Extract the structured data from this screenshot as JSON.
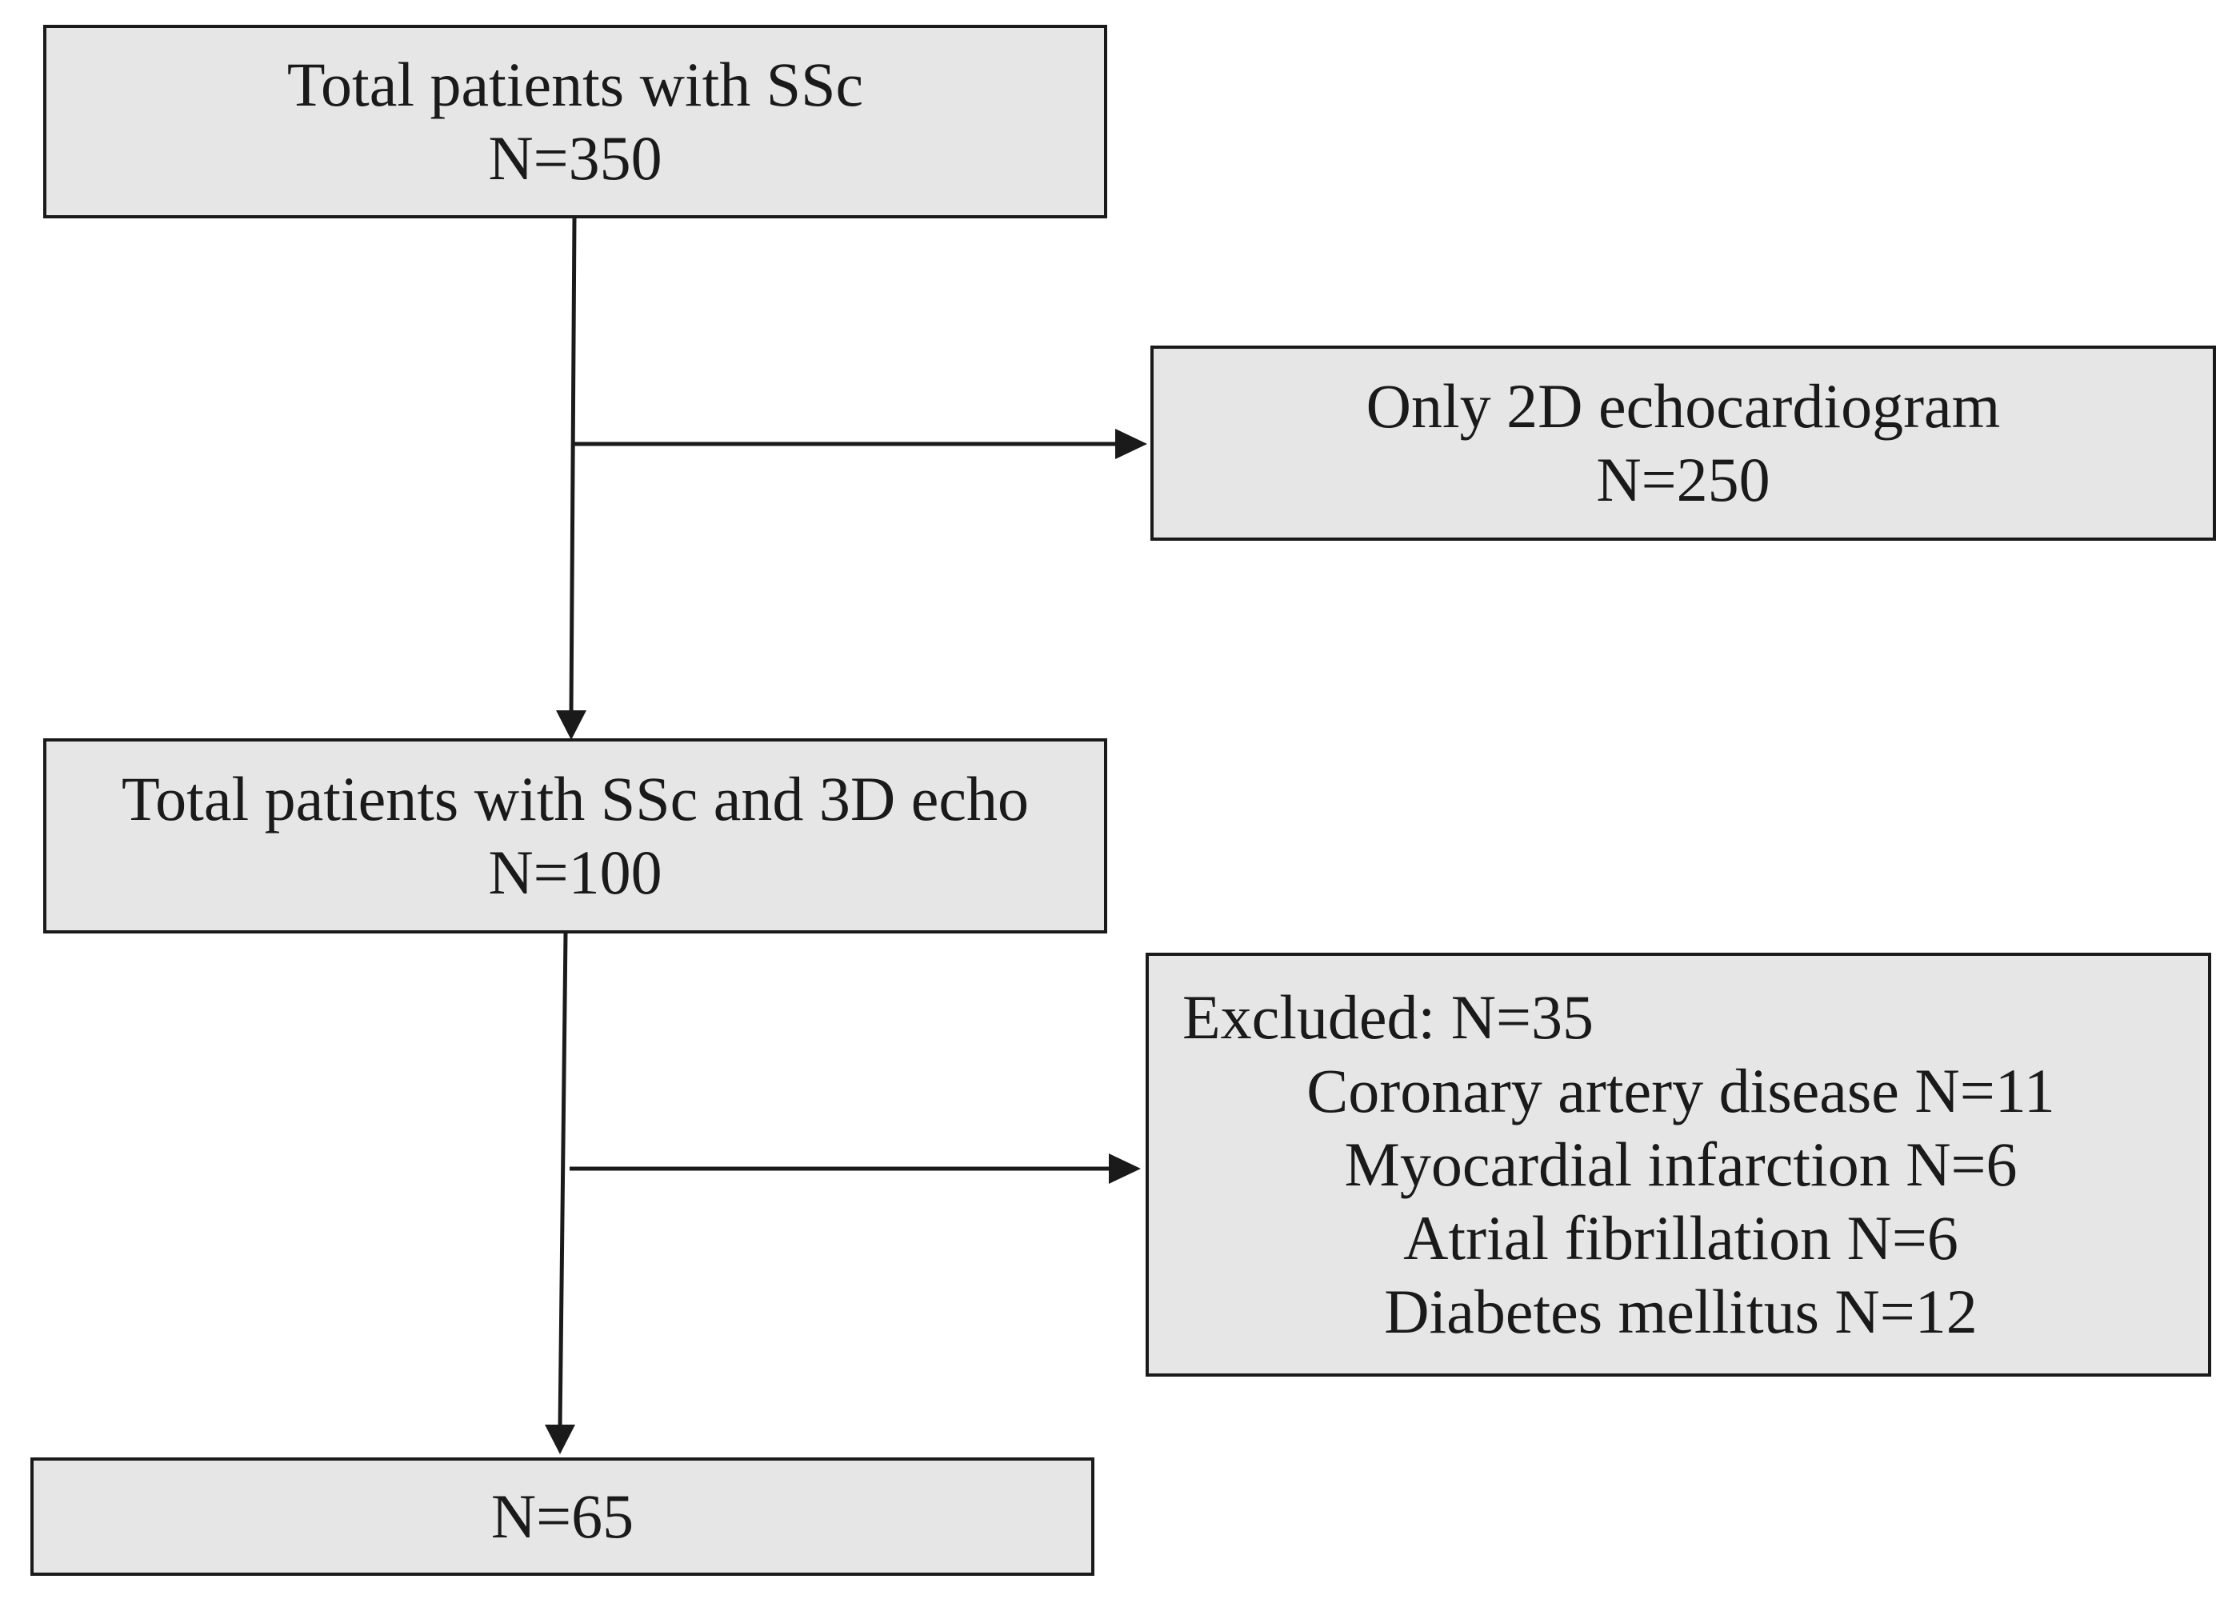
{
  "boxes": {
    "total": {
      "title": "Total patients with SSc",
      "count": "N=350"
    },
    "only_2d": {
      "title": "Only 2D echocardiogram",
      "count": "N=250"
    },
    "with_3d": {
      "title": "Total patients with SSc and 3D echo",
      "count": "N=100"
    },
    "excluded": {
      "header": "Excluded: N=35",
      "reasons": [
        "Coronary artery disease N=11",
        "Myocardial infarction N=6",
        "Atrial fibrillation N=6",
        "Diabetes mellitus N=12"
      ]
    },
    "final": {
      "count": "N=65"
    }
  },
  "colors": {
    "box_fill": "#e6e6e6",
    "line": "#1a1a1a",
    "background": "#ffffff"
  }
}
